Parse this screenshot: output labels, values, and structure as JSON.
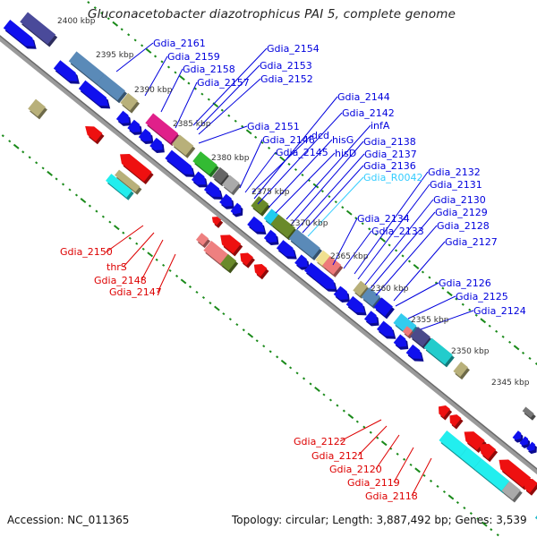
{
  "title": "Gluconacetobacter diazotrophicus PAI 5, complete genome",
  "footer": {
    "accession": "Accession: NC_011365",
    "summary": "Topology: circular; Length: 3,887,492 bp; Genes: 3,539"
  },
  "colors": {
    "backbone": "#808080",
    "forward_label": "#0000dd",
    "reverse_label": "#dd0000",
    "rna_label": "#33ccff",
    "tick": "#1a8a1a",
    "scale_text": "#333333"
  },
  "scale_ticks": [
    {
      "label": "2400 kbp"
    },
    {
      "label": "2395 kbp"
    },
    {
      "label": "2390 kbp"
    },
    {
      "label": "2385 kbp"
    },
    {
      "label": "2380 kbp"
    },
    {
      "label": "2375 kbp"
    },
    {
      "label": "2370 kbp"
    },
    {
      "label": "2365 kbp"
    },
    {
      "label": "2360 kbp"
    },
    {
      "label": "2355 kbp"
    },
    {
      "label": "2350 kbp"
    },
    {
      "label": "2345 kbp"
    }
  ],
  "forward_labels": [
    {
      "text": "Gdia_2161",
      "type": "cds"
    },
    {
      "text": "Gdia_2159",
      "type": "cds"
    },
    {
      "text": "Gdia_2158",
      "type": "cds"
    },
    {
      "text": "Gdia_2157",
      "type": "cds"
    },
    {
      "text": "Gdia_2154",
      "type": "cds"
    },
    {
      "text": "Gdia_2153",
      "type": "cds"
    },
    {
      "text": "Gdia_2152",
      "type": "cds"
    },
    {
      "text": "Gdia_2151",
      "type": "cds"
    },
    {
      "text": "Gdia_2146",
      "type": "cds"
    },
    {
      "text": "Gdia_2145",
      "type": "cds"
    },
    {
      "text": "dcd",
      "type": "cds"
    },
    {
      "text": "Gdia_2144",
      "type": "cds"
    },
    {
      "text": "Gdia_2142",
      "type": "cds"
    },
    {
      "text": "hisG",
      "type": "cds"
    },
    {
      "text": "hisD",
      "type": "cds"
    },
    {
      "text": "infA",
      "type": "cds"
    },
    {
      "text": "Gdia_2138",
      "type": "cds"
    },
    {
      "text": "Gdia_2137",
      "type": "cds"
    },
    {
      "text": "Gdia_2136",
      "type": "cds"
    },
    {
      "text": "Gdia_R0042",
      "type": "rna"
    },
    {
      "text": "Gdia_2134",
      "type": "cds"
    },
    {
      "text": "Gdia_2133",
      "type": "cds"
    },
    {
      "text": "Gdia_2132",
      "type": "cds"
    },
    {
      "text": "Gdia_2131",
      "type": "cds"
    },
    {
      "text": "Gdia_2130",
      "type": "cds"
    },
    {
      "text": "Gdia_2129",
      "type": "cds"
    },
    {
      "text": "Gdia_2128",
      "type": "cds"
    },
    {
      "text": "Gdia_2127",
      "type": "cds"
    },
    {
      "text": "Gdia_2126",
      "type": "cds"
    },
    {
      "text": "Gdia_2125",
      "type": "cds"
    },
    {
      "text": "Gdia_2124",
      "type": "cds"
    }
  ],
  "reverse_labels": [
    {
      "text": "Gdia_2150"
    },
    {
      "text": "thrS"
    },
    {
      "text": "Gdia_2148"
    },
    {
      "text": "Gdia_2147"
    },
    {
      "text": "Gdia_2122"
    },
    {
      "text": "Gdia_2121"
    },
    {
      "text": "Gdia_2120"
    },
    {
      "text": "Gdia_2119"
    },
    {
      "text": "Gdia_2118"
    }
  ]
}
